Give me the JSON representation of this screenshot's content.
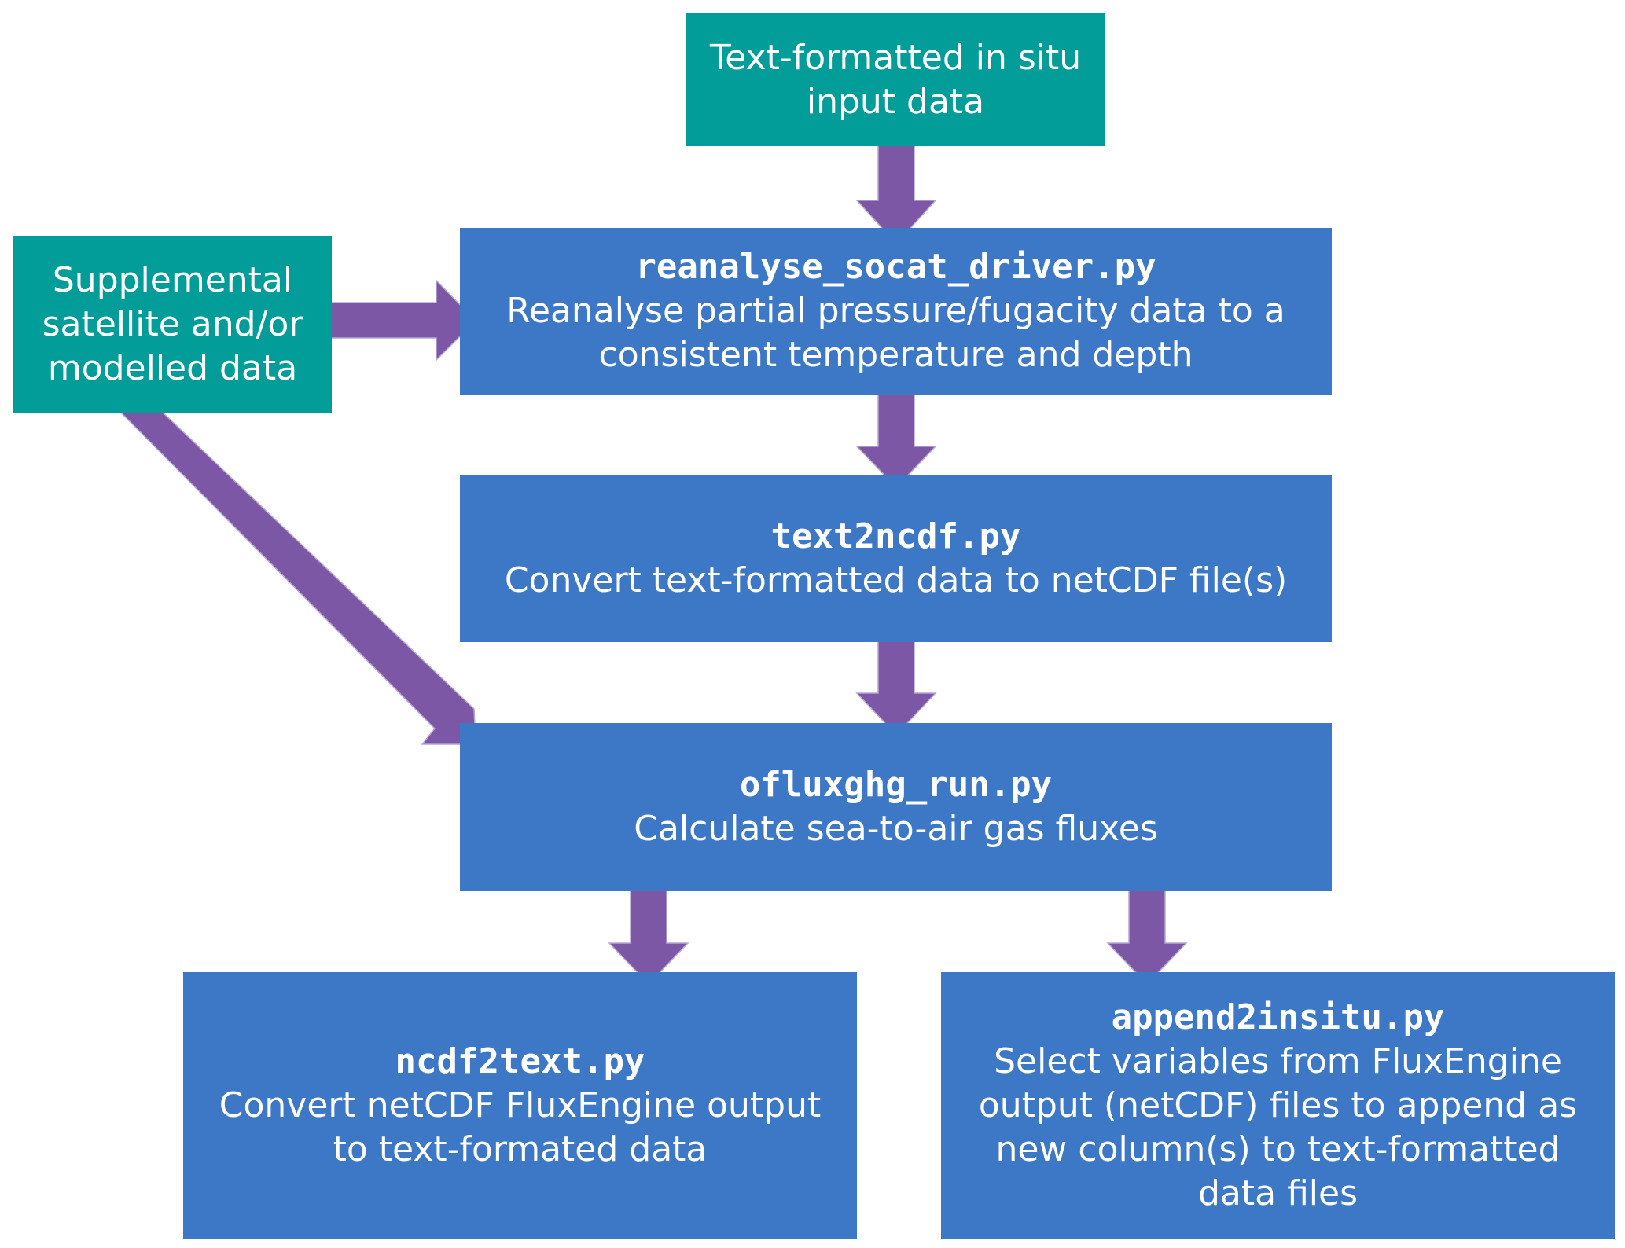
{
  "colors": {
    "input_box": "#029c99",
    "process_box": "#3d78c6",
    "arrow": "#7b57a6",
    "text": "#ffffff"
  },
  "nodes": {
    "insitu_input": {
      "lines": [
        "Text-formatted in situ",
        "input data"
      ]
    },
    "supplemental": {
      "lines": [
        "Supplemental",
        "satellite and/or",
        "modelled data"
      ]
    },
    "reanalyse": {
      "script": "reanalyse_socat_driver.py",
      "lines": [
        "Reanalyse partial pressure/fugacity data to a",
        "consistent temperature and depth"
      ]
    },
    "text2ncdf": {
      "script": "text2ncdf.py",
      "lines": [
        "Convert text-formatted data to netCDF file(s)"
      ]
    },
    "ofluxghg": {
      "script": "ofluxghg_run.py",
      "lines": [
        "Calculate sea-to-air gas fluxes"
      ]
    },
    "ncdf2text": {
      "script": "ncdf2text.py",
      "lines": [
        "Convert netCDF FluxEngine output",
        "to text-formated data"
      ]
    },
    "append2insitu": {
      "script": "append2insitu.py",
      "lines": [
        "Select variables from FluxEngine",
        "output (netCDF) files to append as",
        "new column(s) to text-formatted",
        "data files"
      ]
    }
  },
  "edges": [
    {
      "from": "insitu_input",
      "to": "reanalyse"
    },
    {
      "from": "supplemental",
      "to": "reanalyse"
    },
    {
      "from": "supplemental",
      "to": "ofluxghg"
    },
    {
      "from": "reanalyse",
      "to": "text2ncdf"
    },
    {
      "from": "text2ncdf",
      "to": "ofluxghg"
    },
    {
      "from": "ofluxghg",
      "to": "ncdf2text"
    },
    {
      "from": "ofluxghg",
      "to": "append2insitu"
    }
  ]
}
